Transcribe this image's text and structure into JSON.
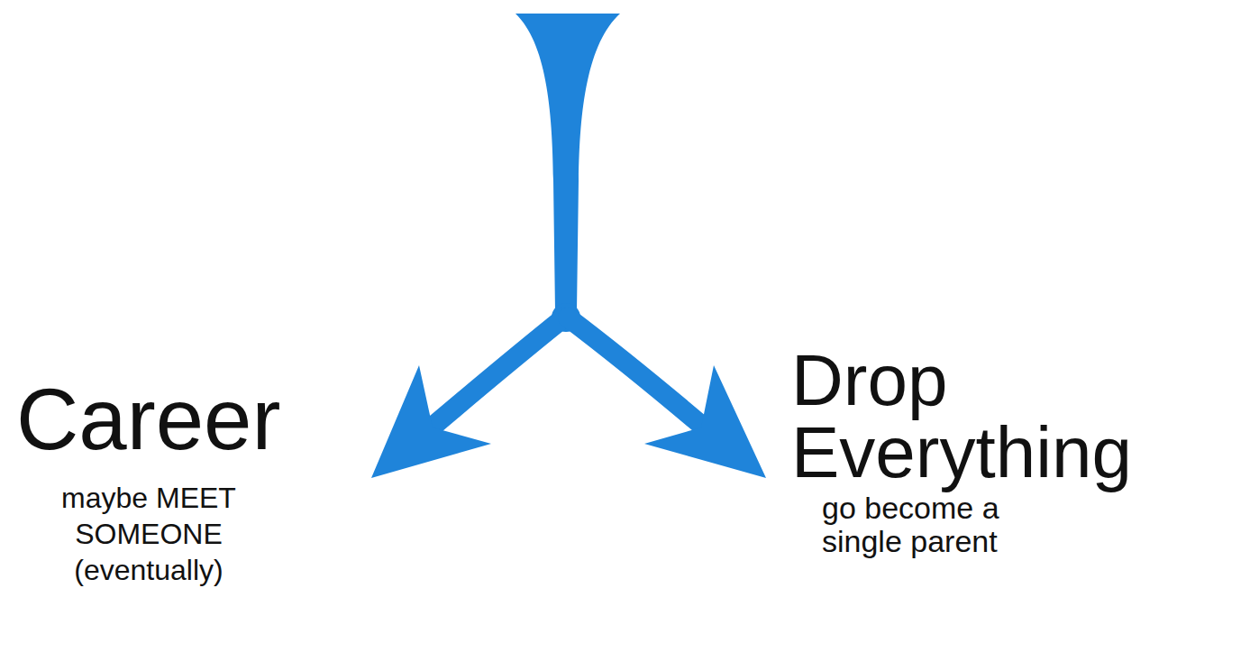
{
  "diagram": {
    "labels": [
      "Career",
      "maybe MEET SOMEONE (eventually)",
      "Drop Everything",
      "go become a single parent"
    ]
  }
}
